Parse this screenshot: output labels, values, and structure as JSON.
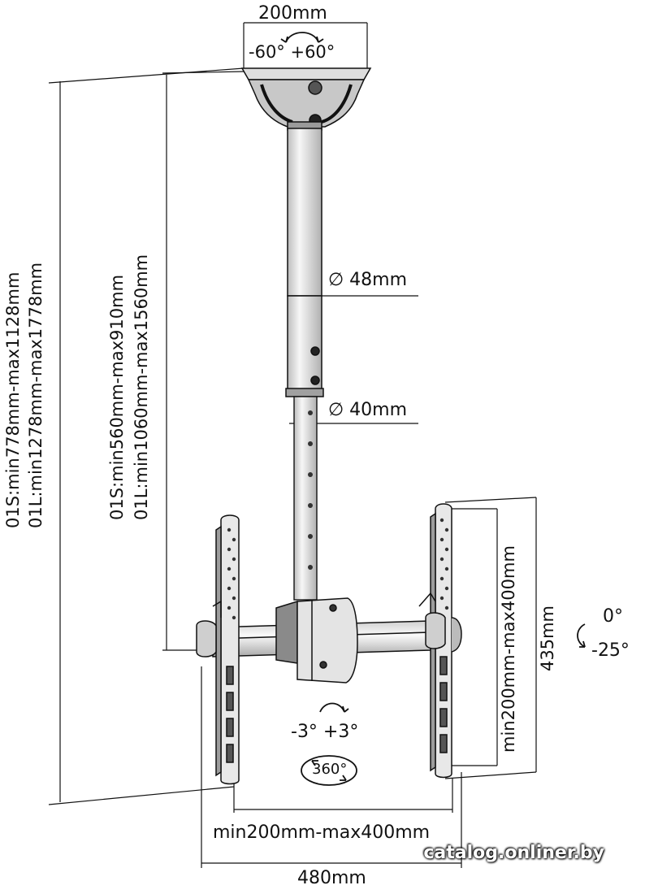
{
  "labels": {
    "top_width": "200mm",
    "swivel_top": "-60° +60°",
    "pole_upper_diameter": "48mm",
    "pole_lower_diameter": "40mm",
    "diameter_symbol": "∅",
    "overall_height_s": "01S:min778mm-max1128mm",
    "overall_height_l": "01L:min1278mm-max1778mm",
    "pole_height_s": "01S:min560mm-max910mm",
    "pole_height_l": "01L:min1060mm-max1560mm",
    "bracket_spacing_v": "min200mm-max400mm",
    "bracket_height": "435mm",
    "tilt_top": "0°",
    "tilt_bottom": "-25°",
    "roll": "-3° +3°",
    "rotation": "360°",
    "bracket_spacing_h": "min200mm-max400mm",
    "total_width": "480mm"
  },
  "watermark": "catalog.onliner.by",
  "colors": {
    "line": "#111111",
    "metal_light": "#e6e6e6",
    "metal_dark": "#7a7a7a"
  }
}
